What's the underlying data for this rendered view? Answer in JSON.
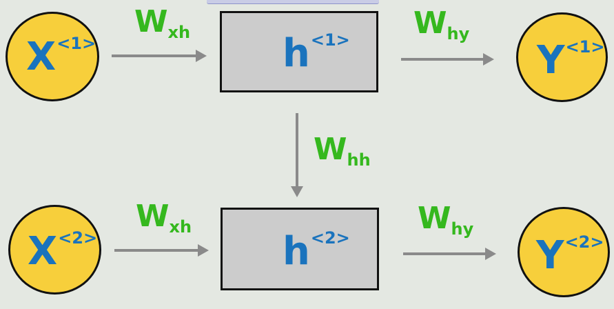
{
  "steps": [
    {
      "x": {
        "base": "X",
        "sup": "<1>"
      },
      "h": {
        "base": "h",
        "sup": "<1>"
      },
      "y": {
        "base": "Y",
        "sup": "<1>"
      },
      "w_xh": {
        "base": "W",
        "sub": "xh"
      },
      "w_hy": {
        "base": "W",
        "sub": "hy"
      }
    },
    {
      "x": {
        "base": "X",
        "sup": "<2>"
      },
      "h": {
        "base": "h",
        "sup": "<2>"
      },
      "y": {
        "base": "Y",
        "sup": "<2>"
      },
      "w_xh": {
        "base": "W",
        "sub": "xh"
      },
      "w_hy": {
        "base": "W",
        "sub": "hy"
      }
    }
  ],
  "recurrent": {
    "base": "W",
    "sub": "hh"
  },
  "colors": {
    "node_fill": "#f7cf3b",
    "hidden_fill": "#cccccc",
    "variable_text": "#1a73bd",
    "weight_text": "#35b81e",
    "arrow": "#8a8a8a",
    "background": "#e4e8e2"
  }
}
